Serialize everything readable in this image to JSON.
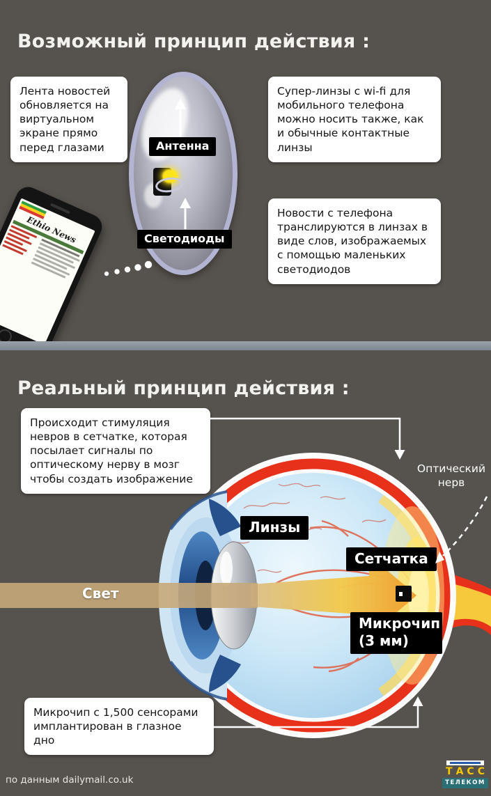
{
  "section1": {
    "title": "Возможный принцип действия :",
    "left_note": "Лента новостей обновляется на виртуальном экране прямо перед глазами",
    "antenna_label": "Антенна",
    "leds_label": "Светодиоды",
    "wifi_note": "Супер-линзы с wi-fi для мобильного телефона можно носить также, как и обычные контактные линзы",
    "broadcast_note": "Новости с телефона транслируются в линзах в виде слов, изображаемых с помощью маленьких светодиодов",
    "phone_masthead": "Ethio News"
  },
  "section2": {
    "title": "Реальный принцип действия :",
    "stimulation_note": "Происходит стимуляция невров в сетчатке, которая посылает сигналы по оптическому нерву в мозг чтобы создать изображение",
    "optic_nerve_label": "Оптический нерв",
    "lens_label": "Линзы",
    "retina_label": "Сетчатка",
    "microchip_label": "Микрочип (3 мм)",
    "light_label": "Свет",
    "implant_note": "Микрочип с 1,500 сенсорами имплантирован в глазное дно"
  },
  "footer": {
    "source": "по данным dailymail.co.uk",
    "logo_tass": "ТАСС",
    "logo_telecom": "ТЕЛЕКОМ"
  },
  "colors": {
    "background": "#56524d",
    "divider": "#8a929b",
    "box_bg": "#ffffff",
    "pill_bg": "#000000",
    "beam_yellow": "#f2c94c",
    "retina_red": "#e8311a",
    "vitreous_blue": "#cfe9f8",
    "light_band_tan": "#c7a87a",
    "logo_yellow": "#f5c900",
    "logo_teal": "#2a7076"
  }
}
